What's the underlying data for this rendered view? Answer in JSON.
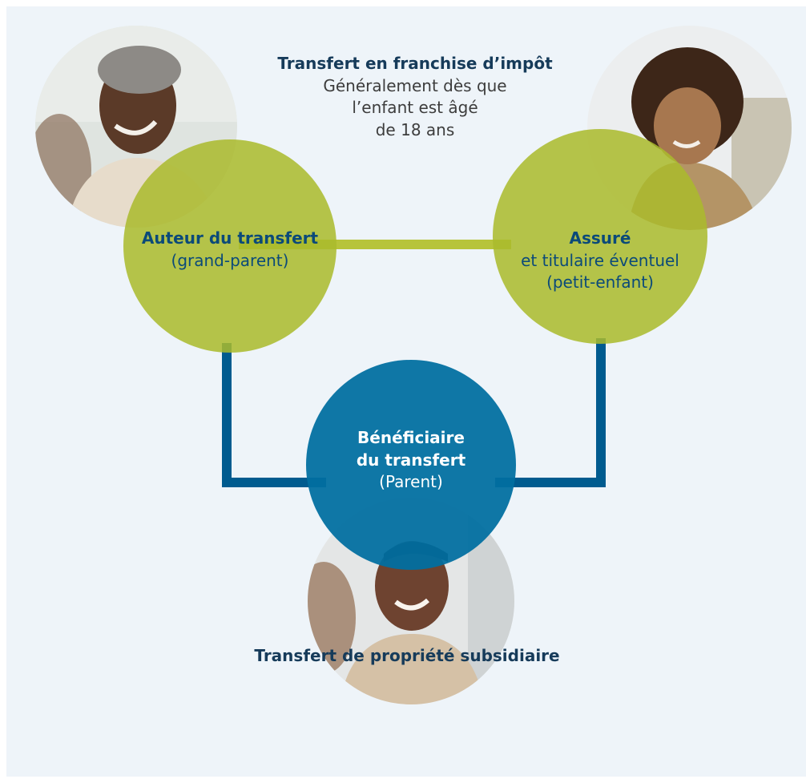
{
  "top_note": {
    "title": "Transfert en franchise d’impôt",
    "line1": "Généralement dès que",
    "line2": "l’enfant est âgé",
    "line3": "de 18 ans"
  },
  "nodes": {
    "transferor": {
      "title": "Auteur du transfert",
      "subtitle": "(grand-parent)"
    },
    "insured": {
      "title": "Assuré",
      "line2": "et titulaire éventuel",
      "line3": "(petit-enfant)"
    },
    "beneficiary": {
      "line1": "Bénéficiaire",
      "line2": "du transfert",
      "line3": "(Parent)"
    }
  },
  "bottom_note": {
    "title": "Transfert de propriété subsidiaire"
  },
  "colors": {
    "background": "#eef4f9",
    "green": "#aaba2c",
    "blue": "#016ea0",
    "connector": "#005b8f",
    "text_dark": "#163b5a"
  },
  "icons": {
    "grandparent": "grandmother-photo",
    "grandchild": "child-photo",
    "parent": "woman-photo"
  }
}
